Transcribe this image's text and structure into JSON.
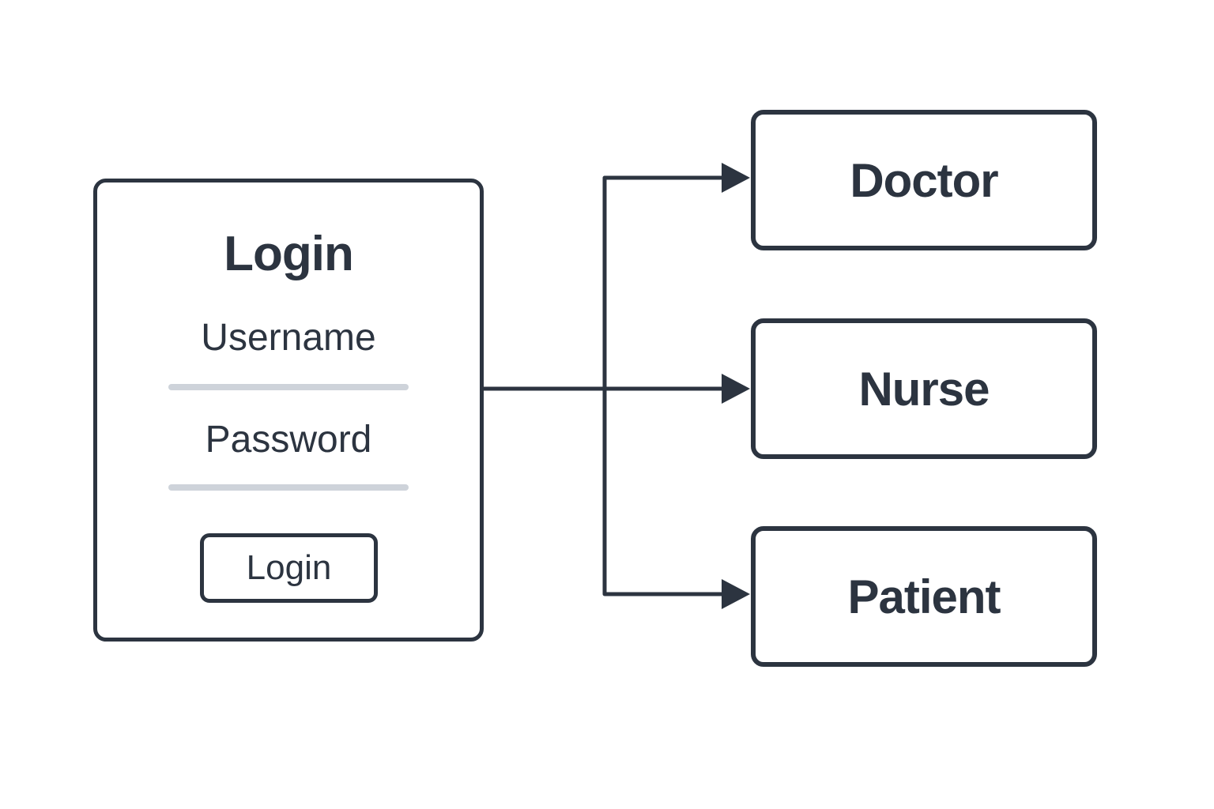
{
  "theme": {
    "ink": "#2c3440",
    "underline": "#ced3da",
    "bg": "#ffffff"
  },
  "diagram": {
    "type": "flowchart",
    "login_card": {
      "title": "Login",
      "fields": [
        {
          "label": "Username",
          "value": ""
        },
        {
          "label": "Password",
          "value": ""
        }
      ],
      "button_label": "Login"
    },
    "roles": [
      {
        "label": "Doctor"
      },
      {
        "label": "Nurse"
      },
      {
        "label": "Patient"
      }
    ],
    "edges": [
      {
        "from": "Login",
        "to": "Doctor"
      },
      {
        "from": "Login",
        "to": "Nurse"
      },
      {
        "from": "Login",
        "to": "Patient"
      }
    ]
  }
}
